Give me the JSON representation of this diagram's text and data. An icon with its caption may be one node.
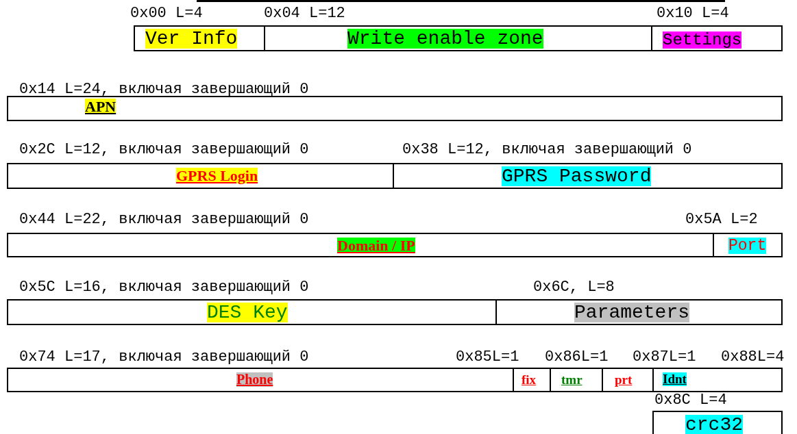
{
  "diagram": {
    "nodes": [
      {
        "text": [
          "Ver Info"
        ],
        "beside": [
          "0x00 L=4"
        ]
      },
      {
        "text": [
          "Write enable zone"
        ],
        "beside": [
          "0x04 L=12"
        ]
      },
      {
        "text": [
          "Settings"
        ],
        "beside": [
          "0x10 L=4"
        ]
      },
      {
        "text": [
          "APN"
        ],
        "beside": [
          "0x14 L=24, включая завершающий 0"
        ]
      },
      {
        "text": [
          "GPRS Login"
        ],
        "beside": [
          "0x2C L=12, включая завершающий 0"
        ]
      },
      {
        "text": [
          "GPRS Password"
        ],
        "beside": [
          "0x38 L=12, включая завершающий 0"
        ]
      },
      {
        "text": [
          "Domain / IP"
        ],
        "beside": [
          "0x44 L=22, включая завершающий 0"
        ]
      },
      {
        "text": [
          "Port"
        ],
        "beside": [
          "0x5A L=2"
        ]
      },
      {
        "text": [
          "DES Key"
        ],
        "beside": [
          "0x5C L=16, включая завершающий 0"
        ]
      },
      {
        "text": [
          "Parameters"
        ],
        "beside": [
          "0x6C, L=8"
        ]
      },
      {
        "text": [
          "Phone"
        ],
        "beside": [
          "0x74 L=17, включая завершающий 0"
        ]
      },
      {
        "text": [
          "fix"
        ],
        "beside": [
          "0x85L=1"
        ]
      },
      {
        "text": [
          "tmr"
        ],
        "beside": [
          "0x86L=1"
        ]
      },
      {
        "text": [
          "prt"
        ],
        "beside": [
          "0x87L=1"
        ]
      },
      {
        "text": [
          "Idnt"
        ],
        "beside": [
          "0x88L=4"
        ]
      },
      {
        "text": [
          "crc32"
        ],
        "beside": [
          "0x8C L=4"
        ]
      }
    ]
  }
}
